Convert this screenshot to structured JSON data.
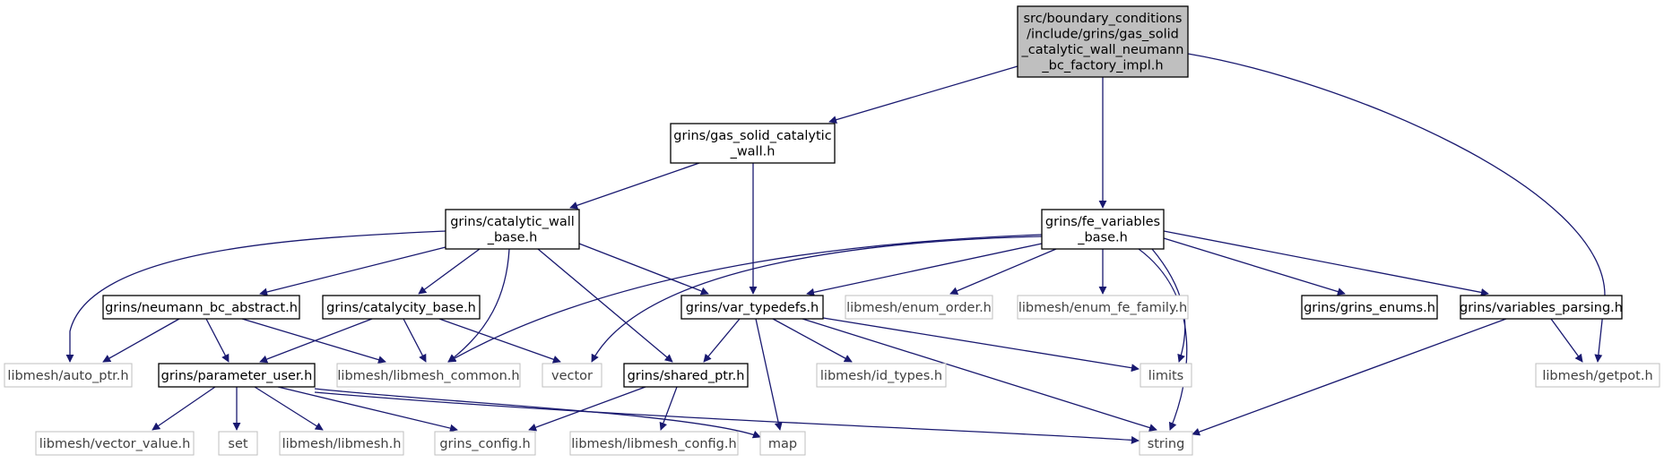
{
  "graph": {
    "edge_color": "#191970",
    "root_fill": "#bfbfbf",
    "external_border": "#bfbfbf",
    "nodes": [
      {
        "id": "root",
        "lines": [
          "src/boundary_conditions",
          "/include/grins/gas_solid",
          "_catalytic_wall_neumann",
          "_bc_factory_impl.h"
        ],
        "kind": "root"
      },
      {
        "id": "gas_solid_catalytic_wall",
        "lines": [
          "grins/gas_solid_catalytic",
          "_wall.h"
        ],
        "kind": "local"
      },
      {
        "id": "fe_variables_base",
        "lines": [
          "grins/fe_variables",
          "_base.h"
        ],
        "kind": "local"
      },
      {
        "id": "catalytic_wall_base",
        "lines": [
          "grins/catalytic_wall",
          "_base.h"
        ],
        "kind": "local"
      },
      {
        "id": "neumann_bc_abstract",
        "lines": [
          "grins/neumann_bc_abstract.h"
        ],
        "kind": "local"
      },
      {
        "id": "catalycity_base",
        "lines": [
          "grins/catalycity_base.h"
        ],
        "kind": "local"
      },
      {
        "id": "var_typedefs",
        "lines": [
          "grins/var_typedefs.h"
        ],
        "kind": "local"
      },
      {
        "id": "enum_order",
        "lines": [
          "libmesh/enum_order.h"
        ],
        "kind": "external"
      },
      {
        "id": "enum_fe_family",
        "lines": [
          "libmesh/enum_fe_family.h"
        ],
        "kind": "external"
      },
      {
        "id": "grins_enums",
        "lines": [
          "grins/grins_enums.h"
        ],
        "kind": "local"
      },
      {
        "id": "variables_parsing",
        "lines": [
          "grins/variables_parsing.h"
        ],
        "kind": "local"
      },
      {
        "id": "auto_ptr",
        "lines": [
          "libmesh/auto_ptr.h"
        ],
        "kind": "external"
      },
      {
        "id": "parameter_user",
        "lines": [
          "grins/parameter_user.h"
        ],
        "kind": "local"
      },
      {
        "id": "libmesh_common",
        "lines": [
          "libmesh/libmesh_common.h"
        ],
        "kind": "external"
      },
      {
        "id": "vector",
        "lines": [
          "vector"
        ],
        "kind": "external"
      },
      {
        "id": "shared_ptr",
        "lines": [
          "grins/shared_ptr.h"
        ],
        "kind": "local"
      },
      {
        "id": "id_types",
        "lines": [
          "libmesh/id_types.h"
        ],
        "kind": "external"
      },
      {
        "id": "limits",
        "lines": [
          "limits"
        ],
        "kind": "external"
      },
      {
        "id": "getpot",
        "lines": [
          "libmesh/getpot.h"
        ],
        "kind": "external"
      },
      {
        "id": "vector_value",
        "lines": [
          "libmesh/vector_value.h"
        ],
        "kind": "external"
      },
      {
        "id": "set",
        "lines": [
          "set"
        ],
        "kind": "external"
      },
      {
        "id": "libmesh_h",
        "lines": [
          "libmesh/libmesh.h"
        ],
        "kind": "external"
      },
      {
        "id": "grins_config",
        "lines": [
          "grins_config.h"
        ],
        "kind": "external"
      },
      {
        "id": "libmesh_config",
        "lines": [
          "libmesh/libmesh_config.h"
        ],
        "kind": "external"
      },
      {
        "id": "map",
        "lines": [
          "map"
        ],
        "kind": "external"
      },
      {
        "id": "string",
        "lines": [
          "string"
        ],
        "kind": "external"
      }
    ]
  }
}
